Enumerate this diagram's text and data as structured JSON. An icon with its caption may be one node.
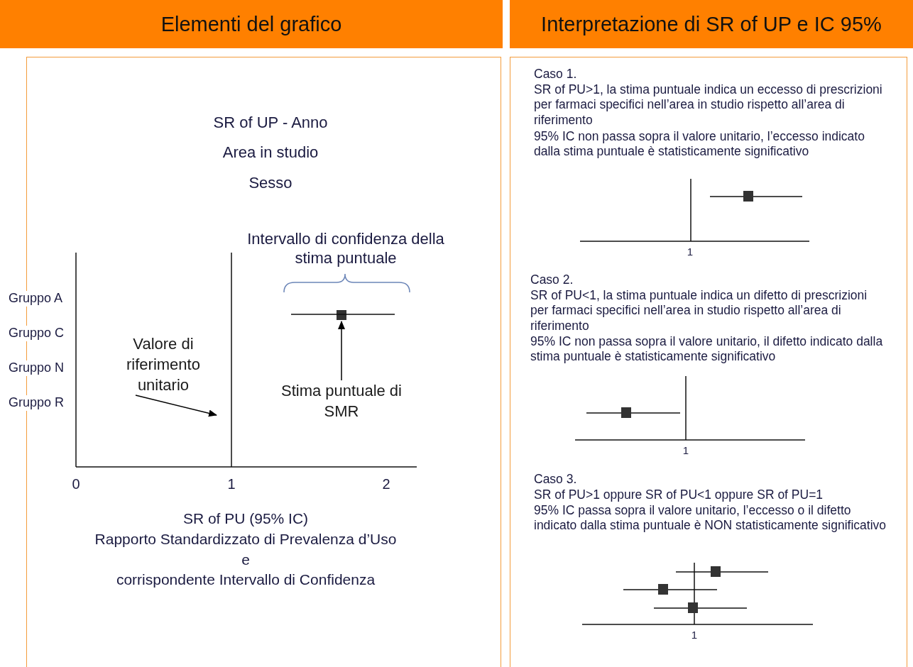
{
  "diagram": {
    "nodes": [
      {
        "text": [
          "Elementi del grafico"
        ]
      },
      {
        "text": [
          "Interpretazione di SR of UP e IC 95%"
        ]
      },
      {
        "text": [],
        "shape": "box"
      },
      {
        "text": [
          "Valore di riferimento unitario"
        ],
        "in": 2
      },
      {
        "text": [
          "Stima puntuale di SMR"
        ],
        "in": 2
      },
      {
        "text": [],
        "shape": "box",
        "in": 2
      },
      {
        "text": [],
        "shape": "box"
      }
    ],
    "edges": [
      {
        "from": 3,
        "to": null,
        "arrow": "to"
      },
      {
        "from": 4,
        "to": 5,
        "arrow": "to"
      }
    ],
    "labels": [
      "SR of UP - Anno",
      "Area in studio",
      "Sesso",
      "Intervallo di confidenza della stima puntuale",
      "Gruppo A",
      "Gruppo C",
      "Gruppo N",
      "Gruppo R",
      "0",
      "1",
      "2",
      "SR of PU (95% IC)",
      "Rapporto Standardizzato di Prevalenza d’Uso",
      "e",
      "corrispondente Intervallo di Confidenza",
      "Caso 1.",
      "SR of PU>1, la stima puntuale indica un eccesso di prescrizioni per farmaci specifici nell’area in studio rispetto all’area di riferimento",
      "95% IC non passa sopra il valore unitario, l’eccesso indicato dalla stima puntuale è statisticamente significativo",
      "1",
      "Caso 2.",
      "SR of PU<1, la stima puntuale indica un difetto di prescrizioni per farmaci specifici nell’area in studio rispetto all’area di riferimento",
      "95% IC non passa sopra il valore unitario, il difetto indicato dalla stima puntuale è statisticamente significativo",
      "1",
      "Caso 3.",
      "SR of PU>1 oppure SR of PU<1 oppure SR of PU=1",
      "95% IC passa sopra il valore unitario, l’eccesso o il difetto indicato dalla stima puntuale è NON statisticamente significativo",
      "1"
    ]
  }
}
